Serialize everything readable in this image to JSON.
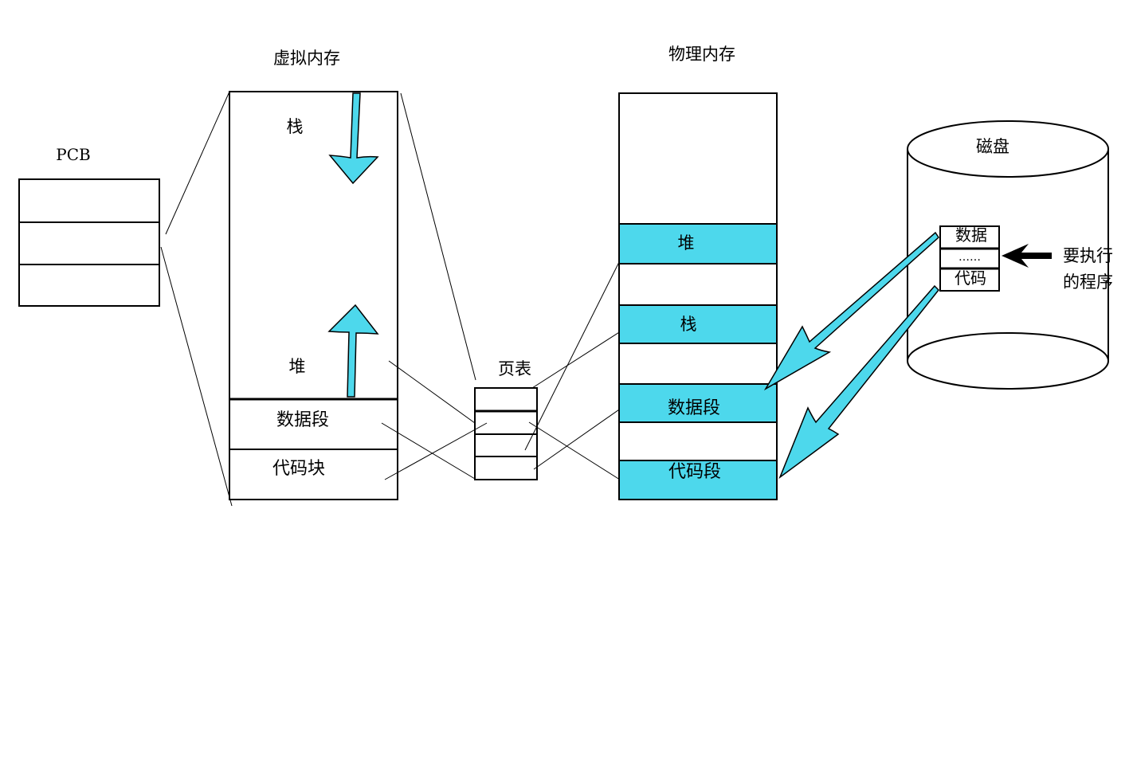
{
  "pcb": {
    "title": "PCB"
  },
  "virtual_memory": {
    "title": "虚拟内存",
    "stack": "栈",
    "heap": "堆",
    "data_segment": "数据段",
    "code_block": "代码块"
  },
  "page_table": {
    "title": "页表"
  },
  "physical_memory": {
    "title": "物理内存",
    "heap": "堆",
    "stack": "栈",
    "data_segment": "数据段",
    "code_segment": "代码段"
  },
  "disk": {
    "title": "磁盘",
    "data": "数据",
    "ellipsis": "……",
    "code": "代码",
    "program_label_line1": "要执行",
    "program_label_line2": "的程序"
  },
  "colors": {
    "segment_fill": "#4dd8ec",
    "outline": "#000000",
    "background": "#ffffff"
  }
}
